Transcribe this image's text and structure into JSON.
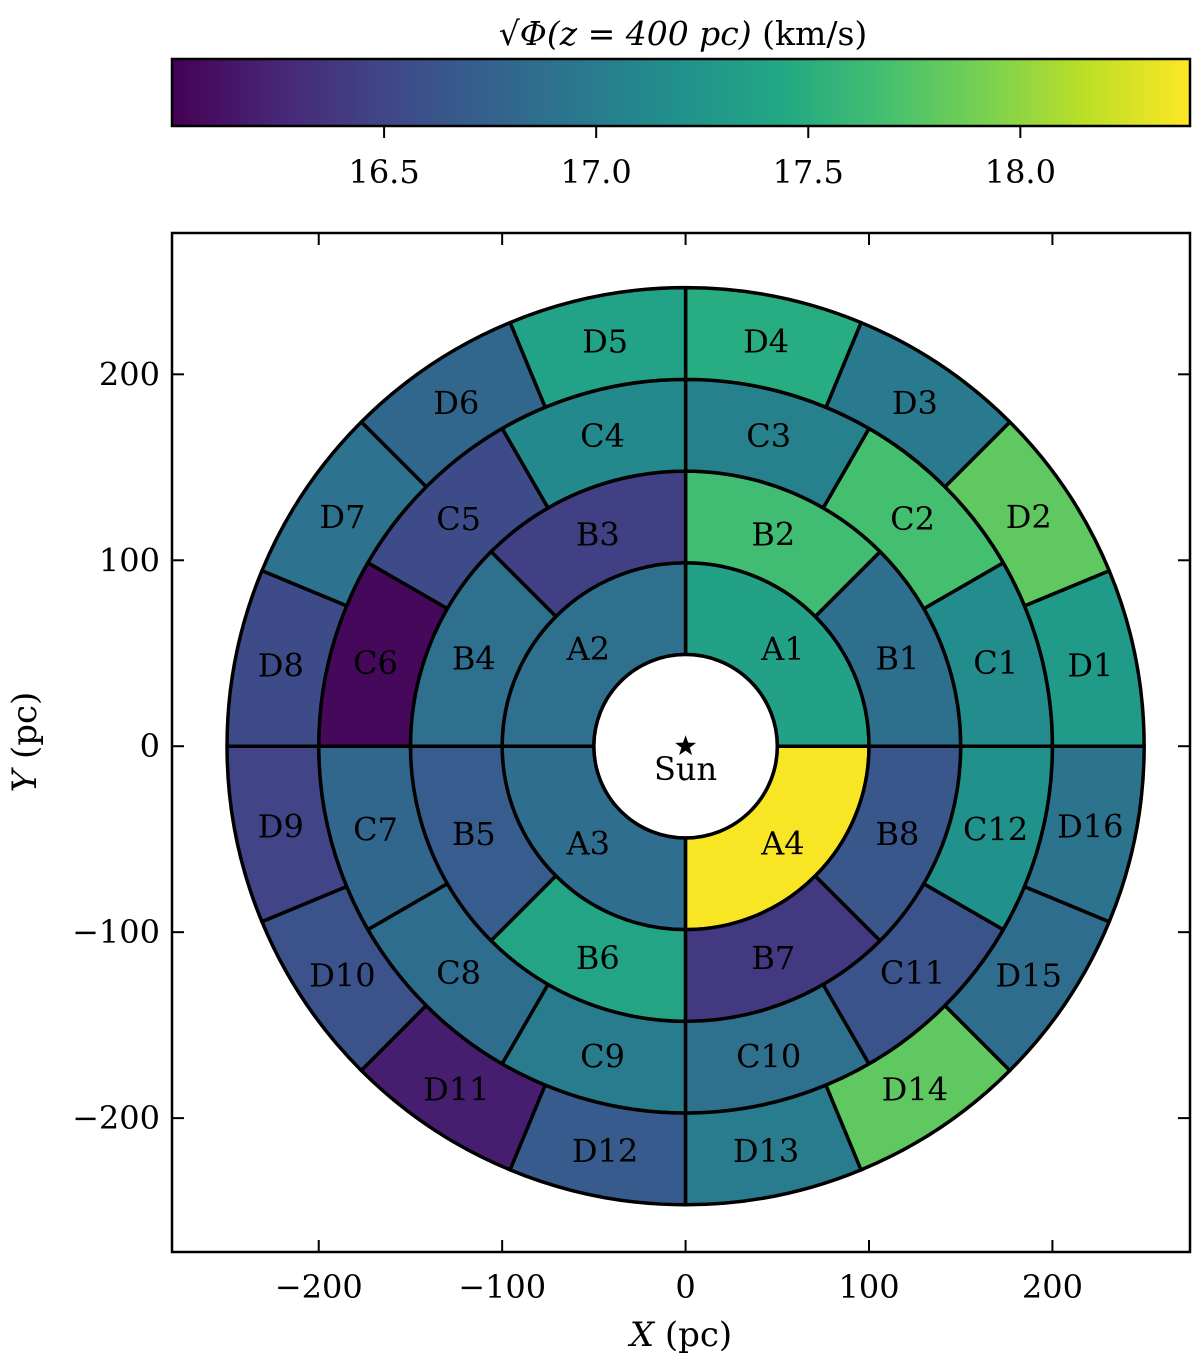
{
  "chart_data": {
    "type": "heatmap",
    "subtype": "polar-sector-map",
    "colorbar": {
      "label_prefix": "√",
      "label_main": "Φ(z = 400 pc)",
      "label_unit": " (km/s)",
      "colormap": "viridis",
      "range": [
        16.0,
        18.4
      ],
      "ticks": [
        16.5,
        17.0,
        17.5,
        18.0
      ],
      "tick_labels": [
        "16.5",
        "17.0",
        "17.5",
        "18.0"
      ],
      "placement": "top"
    },
    "xlabel_var": "X",
    "xlabel_unit": " (pc)",
    "ylabel_var": "Y",
    "ylabel_unit": " (pc)",
    "xlim": [
      -280,
      275
    ],
    "ylim": [
      -272,
      276
    ],
    "xticks": [
      -200,
      -100,
      0,
      100,
      200
    ],
    "xtick_labels": [
      "−200",
      "−100",
      "0",
      "100",
      "200"
    ],
    "yticks": [
      -200,
      -100,
      0,
      100,
      200
    ],
    "ytick_labels": [
      "−200",
      "−100",
      "0",
      "100",
      "200"
    ],
    "grid": false,
    "center_label": "Sun",
    "center_marker": "star",
    "rings": [
      {
        "name": "A",
        "r_inner": 50,
        "r_outer": 100,
        "count": 4,
        "start_angle": 0,
        "values": [
          17.37,
          16.88,
          16.86,
          18.38
        ]
      },
      {
        "name": "B",
        "r_inner": 100,
        "r_outer": 150,
        "count": 8,
        "start_angle": 0,
        "values": [
          16.87,
          17.65,
          16.45,
          16.88,
          16.7,
          17.4,
          16.4,
          16.65
        ]
      },
      {
        "name": "C",
        "r_inner": 150,
        "r_outer": 200,
        "count": 12,
        "start_angle": 0,
        "values": [
          17.15,
          17.68,
          17.05,
          17.12,
          16.55,
          16.05,
          16.8,
          16.85,
          17.0,
          16.88,
          16.62,
          17.2
        ]
      },
      {
        "name": "D",
        "r_inner": 200,
        "r_outer": 250,
        "count": 16,
        "start_angle": 0,
        "values": [
          17.3,
          17.8,
          16.98,
          17.48,
          17.38,
          16.8,
          16.9,
          16.55,
          16.48,
          16.6,
          16.2,
          16.68,
          17.0,
          17.8,
          16.85,
          16.92
        ]
      }
    ]
  }
}
